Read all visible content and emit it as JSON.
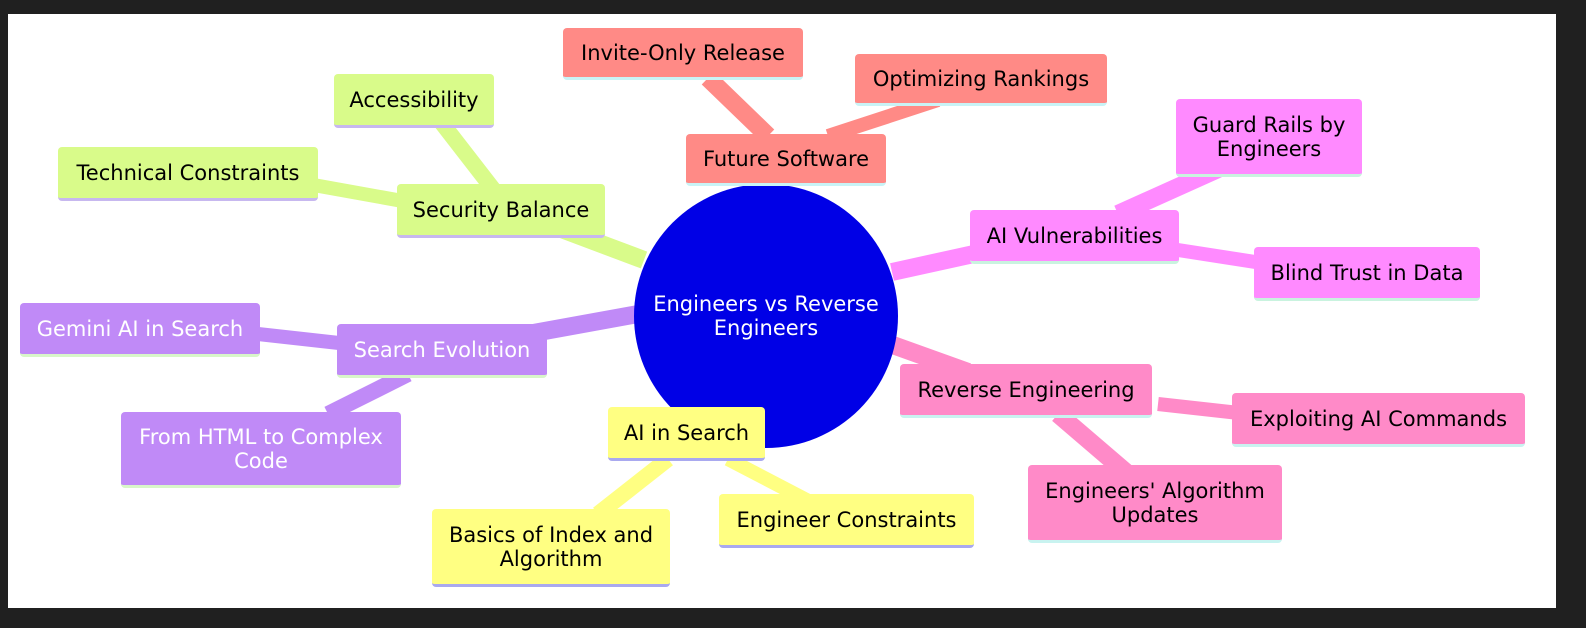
{
  "center": {
    "label": "Engineers vs Reverse Engineers",
    "color": "#0000e6"
  },
  "branches": [
    {
      "label": "Future Software",
      "color": "#ff8a86",
      "children": [
        "Invite-Only Release",
        "Optimizing Rankings"
      ]
    },
    {
      "label": "Security Balance",
      "color": "#d9fb8a",
      "children": [
        "Accessibility",
        "Technical Constraints"
      ]
    },
    {
      "label": "Search Evolution",
      "color": "#c08af7",
      "children": [
        "Gemini AI in Search",
        "From HTML to Complex Code"
      ]
    },
    {
      "label": "AI in Search",
      "color": "#ffff82",
      "children": [
        "Basics of Index and Algorithm",
        "Engineer Constraints"
      ]
    },
    {
      "label": "AI Vulnerabilities",
      "color": "#ff8aff",
      "children": [
        "Guard Rails by Engineers",
        "Blind Trust in Data"
      ]
    },
    {
      "label": "Reverse Engineering",
      "color": "#ff8ac8",
      "children": [
        "Exploiting AI Commands",
        "Engineers' Algorithm Updates"
      ]
    }
  ]
}
